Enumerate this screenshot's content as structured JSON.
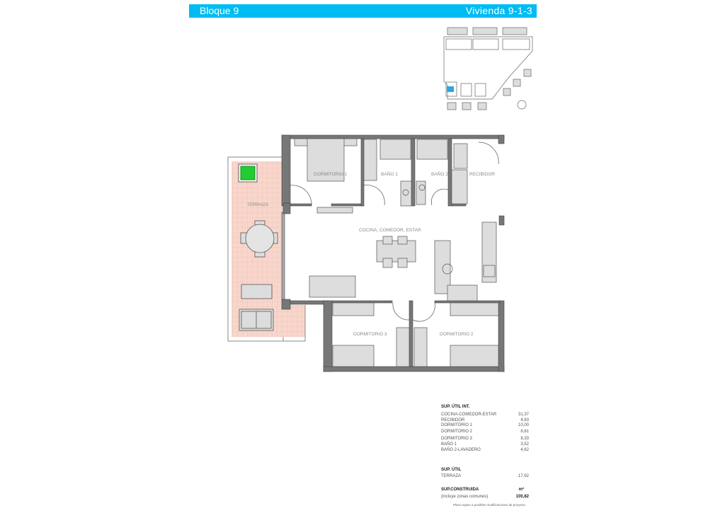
{
  "header": {
    "block": "Bloque 9",
    "unit": "Vivienda  9-1-3",
    "color": "#00bcf2"
  },
  "rooms": {
    "dormitorio1": "DORMITORIO 1",
    "bano1": "BAÑO 1",
    "bano2": "BAÑO 2",
    "recibidor": "RECIBIDOR",
    "terraza": "TERRAZA",
    "cocina": "COCINA, COMEDOR, ESTAR",
    "dormitorio3": "DORMITORIO 3",
    "dormitorio2": "DORMITORIO 2"
  },
  "areas": {
    "interior_title": "SUP. ÚTIL INT.",
    "interior": [
      {
        "name": "COCINA-COMEDOR-ESTAR",
        "value": "31,37"
      },
      {
        "name": "RECIBIDOR",
        "value": "4,63"
      },
      {
        "name": "DORMITORIO 1",
        "value": "10,00"
      },
      {
        "name": "DORMITORIO 2",
        "value": "8,61"
      },
      {
        "name": "DORMITORIO 3",
        "value": "8,33"
      },
      {
        "name": "BAÑO 1",
        "value": "3,52"
      },
      {
        "name": "BAÑO 2-LAVADERO",
        "value": "4,62"
      }
    ],
    "util_title": "SUP. ÚTIL",
    "terraza": {
      "name": "TERRAZA",
      "value": "17,92"
    },
    "built_title": "SUP.CONSTRUIDA",
    "unit": "m²",
    "built_note": "(incluye zonas comunes)",
    "built_value": "100,82",
    "disclaimer": "Plano sujeto a posibles modificaciones de proyecto"
  }
}
